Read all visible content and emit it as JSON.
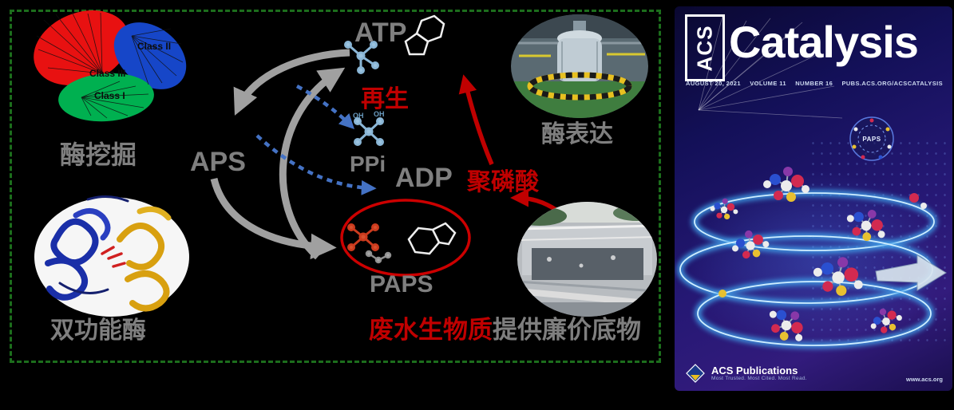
{
  "scheme": {
    "tree": {
      "class_iii": "Class III",
      "class_ii": "Class II",
      "class_i": "Class I",
      "caption": "酶挖掘"
    },
    "cycle": {
      "atp": "ATP",
      "aps": "APS",
      "regen": "再生",
      "ppi": "PPi",
      "adp": "ADP",
      "paps": "PAPS",
      "oh": "OH"
    },
    "protein_caption": "双功能酶",
    "expression_caption": "酶表达",
    "polyphosphate": "聚磷酸",
    "bottom": {
      "red": "废水生物质",
      "gray": "提供廉价底物"
    }
  },
  "cover": {
    "brand": "ACS",
    "title": "Catalysis",
    "issue": {
      "date": "AUGUST 20, 2021",
      "volume": "VOLUME 11",
      "number": "NUMBER 16",
      "site": "PUBS.ACS.ORG/ACSCATALYSIS"
    },
    "badge": "PAPS",
    "footer": {
      "publisher": "ACS Publications",
      "tagline": "Most Trusted. Most Cited. Most Read.",
      "url": "www.acs.org"
    }
  },
  "colors": {
    "accent_red": "#c00000",
    "label_gray": "#7f7f7f",
    "arrow_gray": "#a0a0a0",
    "arrow_blue": "#4472c4",
    "border_green": "#1c6e1c"
  }
}
